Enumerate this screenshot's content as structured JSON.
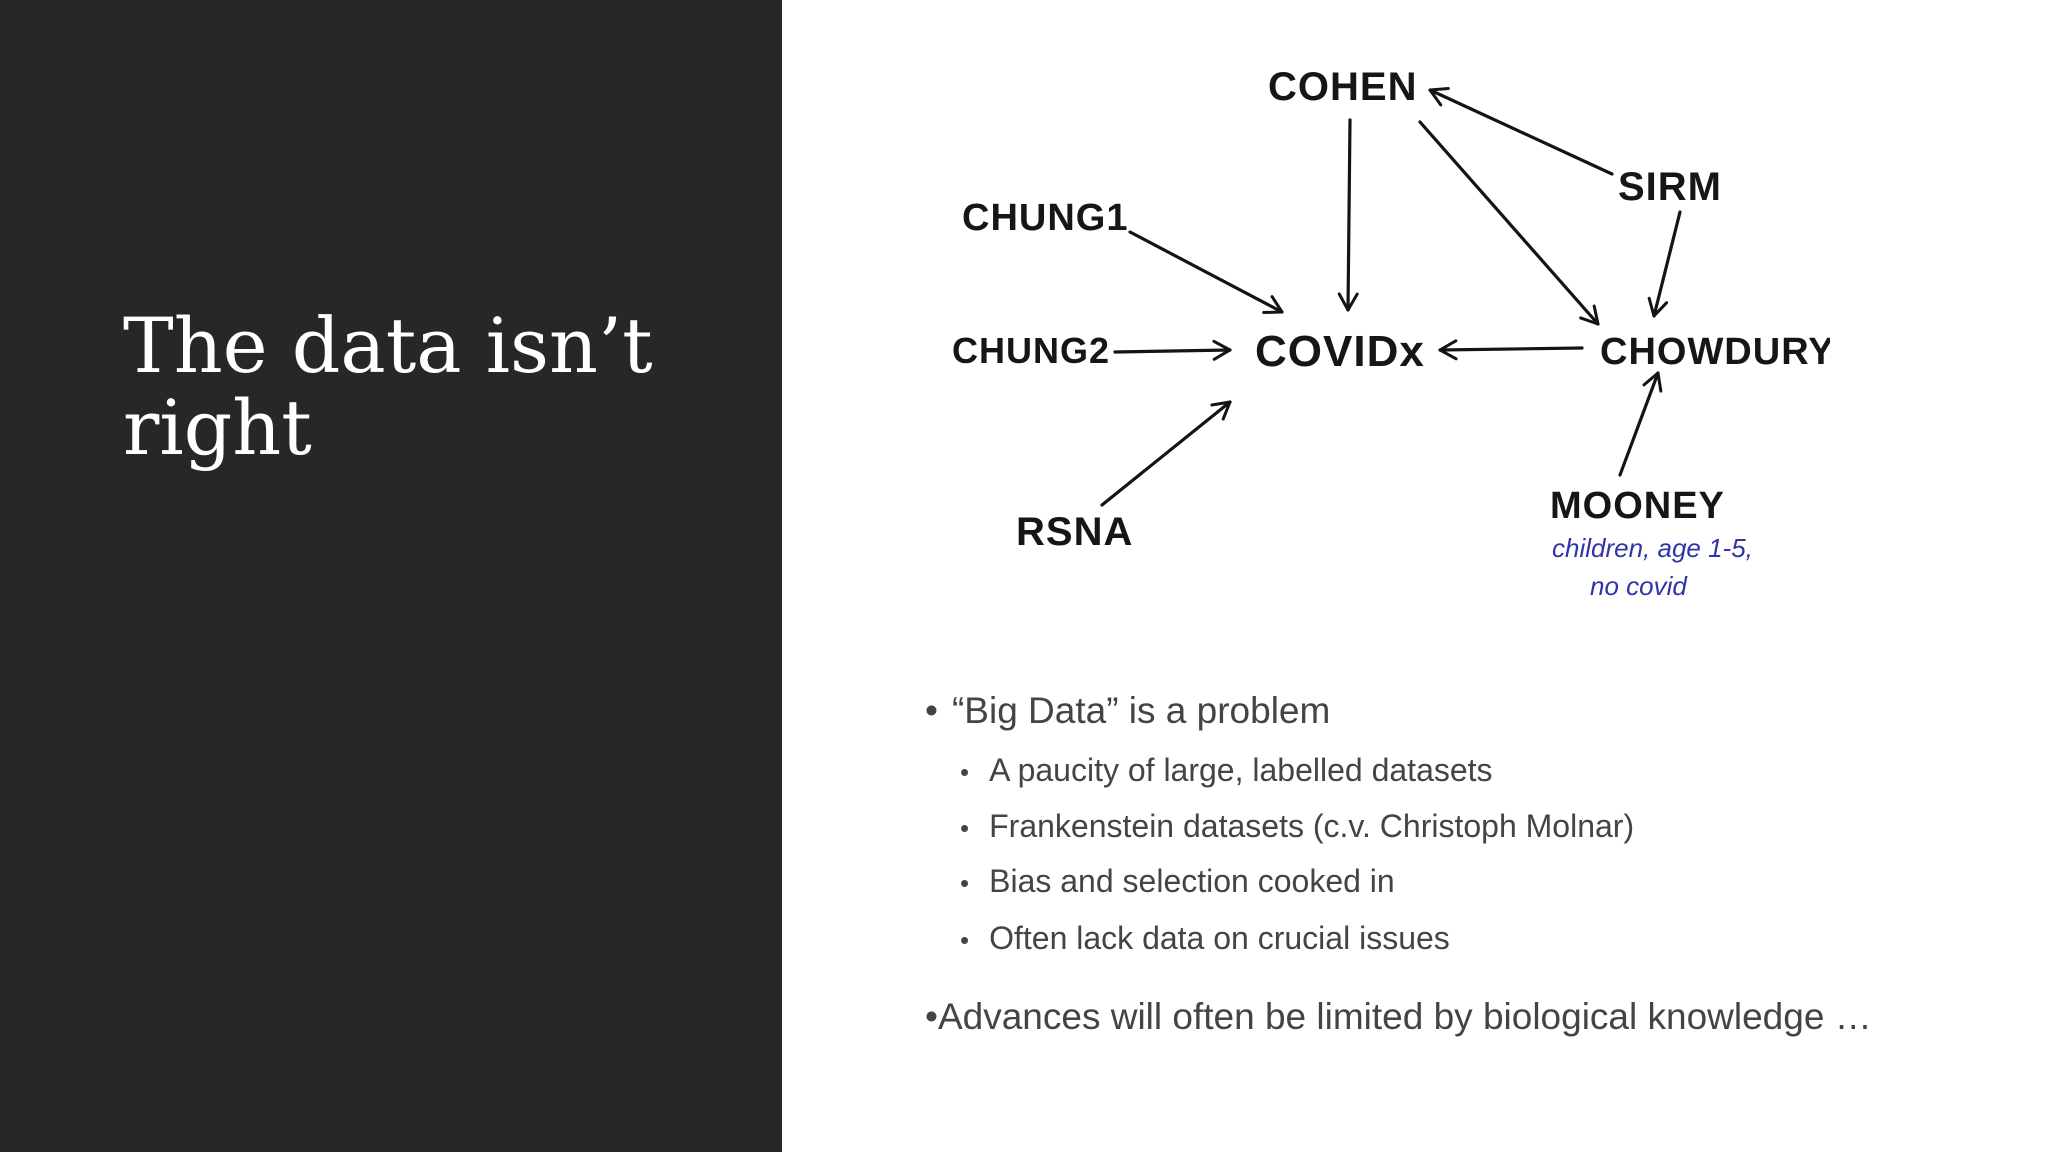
{
  "slide": {
    "title": "The data isn’t right"
  },
  "diagram": {
    "nodes": {
      "cohen": "COHEN",
      "sirm": "SIRM",
      "chung1": "CHUNG1",
      "chung2": "CHUNG2",
      "covidx": "COVIDx",
      "chowdury": "CHOWDURY",
      "rsna": "RSNA",
      "mooney": "MOONEY"
    },
    "annotation_line1": "children, age 1-5,",
    "annotation_line2": "no covid",
    "annotation_color": "#2f35a8"
  },
  "bullets": {
    "main1": "“Big Data” is a problem",
    "sub": [
      "A paucity of large, labelled datasets",
      "Frankenstein datasets (c.v. Christoph Molnar)",
      "Bias and selection cooked in",
      "Often lack data on crucial issues"
    ],
    "main2": "Advances will often be limited by biological knowledge …"
  },
  "colors": {
    "panel_bg": "#272727",
    "title_text": "#ffffff",
    "body_text": "#444444"
  }
}
